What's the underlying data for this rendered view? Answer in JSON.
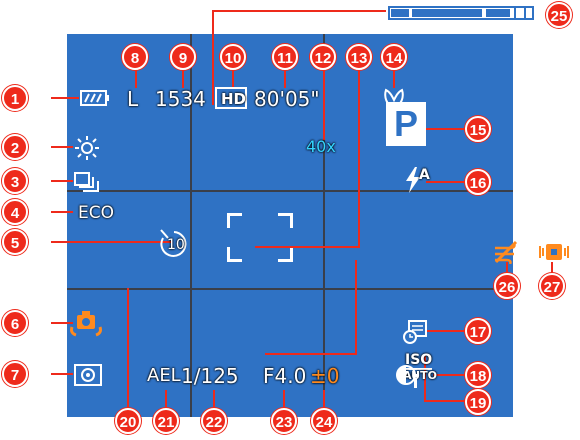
{
  "colors": {
    "accent": "#ee2a1b",
    "screen": "#2f72c4",
    "text": "#ffffff",
    "cyan": "#33d4ff",
    "orange": "#ff8a1e"
  },
  "callouts": [
    "1",
    "2",
    "3",
    "4",
    "5",
    "6",
    "7",
    "8",
    "9",
    "10",
    "11",
    "12",
    "13",
    "14",
    "15",
    "16",
    "17",
    "18",
    "19",
    "20",
    "21",
    "22",
    "23",
    "24",
    "25",
    "26",
    "27"
  ],
  "osd": {
    "image_size": "L",
    "shots_remaining": "1534",
    "movie_quality": "HD",
    "movie_time": "80'05\"",
    "zoom": "40x",
    "mode": "P",
    "flash": "A",
    "eco": "ECO",
    "self_timer_count": "10",
    "ael": "AEL",
    "shutter": "1/125",
    "aperture": "F4.0",
    "exposure_comp": "±0",
    "iso_top": "ISO",
    "iso_bottom": "AUTO"
  },
  "icons": [
    "battery-icon",
    "white-balance-icon",
    "continuous-shooting-icon",
    "self-timer-icon",
    "camera-shake-icon",
    "metering-icon",
    "macro-icon",
    "flash-icon",
    "date-stamp-icon",
    "iso-icon",
    "i-contrast-icon",
    "zoom-bar-icon",
    "wind-filter-icon",
    "image-stabilization-icon"
  ]
}
